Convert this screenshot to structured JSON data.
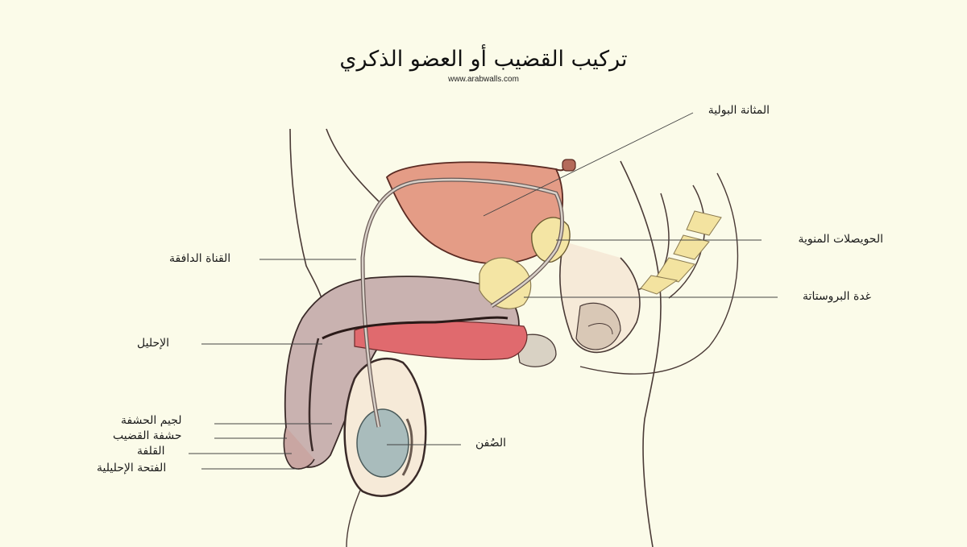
{
  "title": "تركيب القضيب أو العضو الذكري",
  "website": "www.arabwalls.com",
  "labels": {
    "bladder": "المثانة البولية",
    "seminal_vesicles": "الحويصلات المنوية",
    "prostate": "غدة البروستاتة",
    "vas_deferens": "القناة الدافقة",
    "urethra": "الإحليل",
    "glans_frenulum": "لجيم الحشفة",
    "glans": "حشفة القضيب",
    "foreskin": "القلفة",
    "urethral_opening": "الفتحة الإحليلية",
    "scrotum": "الصُفن"
  },
  "colors": {
    "background": "#fbfbe9",
    "bladder": "#e49c86",
    "penis": "#c9b2b0",
    "testis": "#a9bcbc",
    "prostate": "#f4e5a4",
    "vertebra": "#f3e3a0",
    "urethra_red": "#e06a6e",
    "outline": "#3a2a28"
  }
}
